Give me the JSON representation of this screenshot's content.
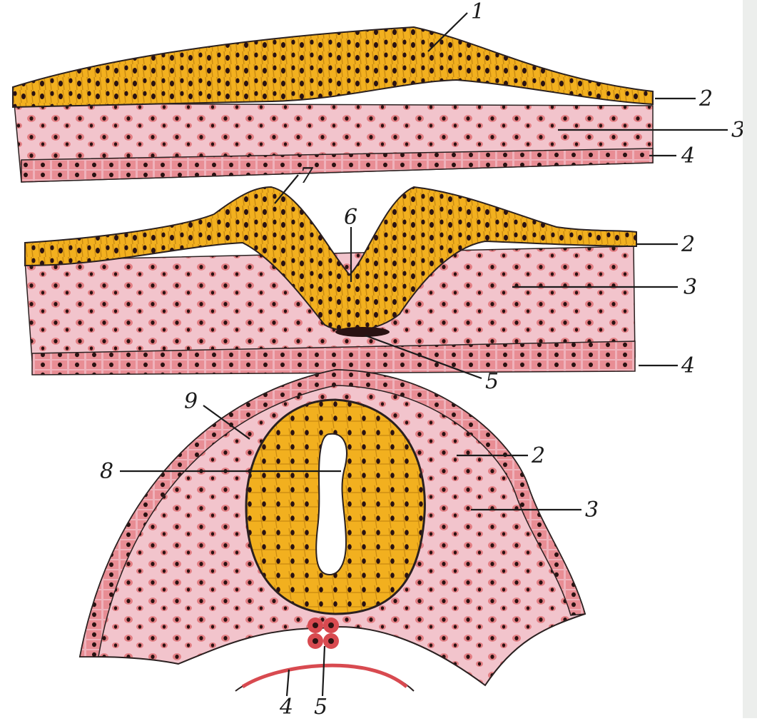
{
  "figure": {
    "labels": {
      "l1": "1",
      "l2": "2",
      "l3": "3",
      "l4": "4",
      "l5": "5",
      "l6": "6",
      "l7": "7",
      "l8": "8",
      "l9": "9"
    },
    "colors": {
      "ectoderm": "#f2b01f",
      "ectoderm_dark": "#c98a12",
      "mesenchyme": "#f2c4cc",
      "mesenchyme_light": "#f7d7dc",
      "cell": "#e06a6e",
      "nucleus": "#2a1212",
      "outline": "#2a2020"
    }
  }
}
